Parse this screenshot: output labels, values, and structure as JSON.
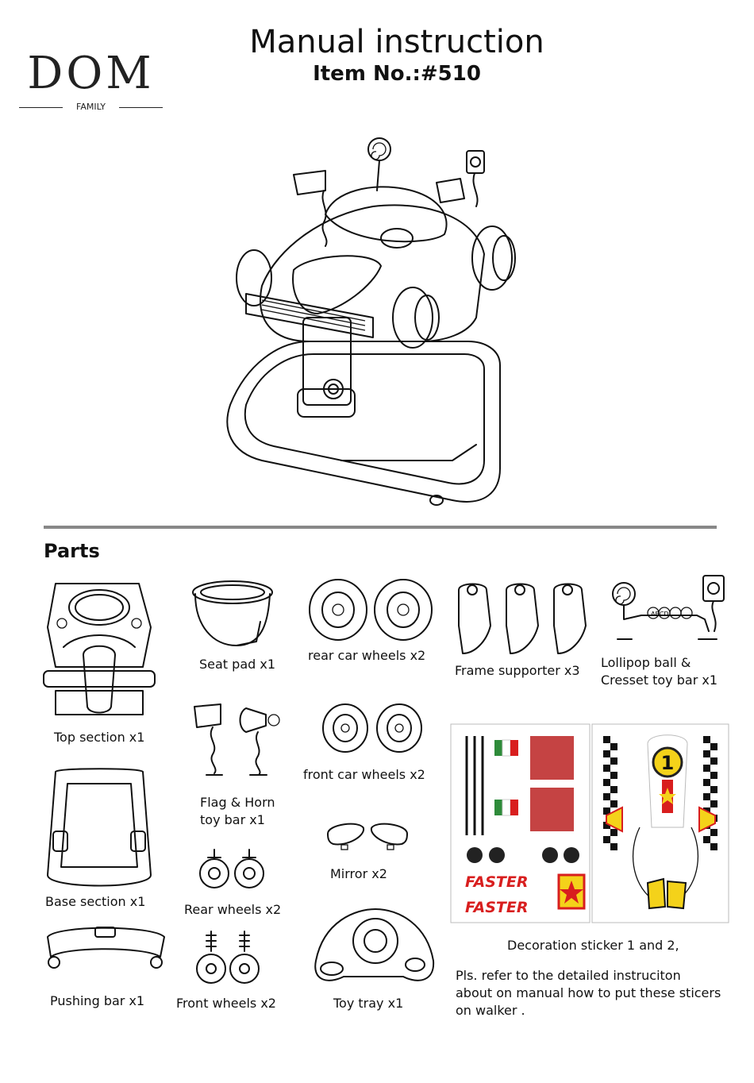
{
  "brand": {
    "name": "DOM",
    "tagline": "FAMILY"
  },
  "header": {
    "title": "Manual instruction",
    "item_no": "Item No.:#510"
  },
  "parts_heading": "Parts",
  "parts": {
    "top_section": "Top section x1",
    "seat_pad": "Seat pad x1",
    "rear_car_wheels": "rear car wheels x2",
    "frame_supporter": "Frame supporter x3",
    "lollipop_line1": "Lollipop ball &",
    "lollipop_line2": "Cresset toy bar x1",
    "flag_horn_line1": "Flag & Horn",
    "flag_horn_line2": "toy bar x1",
    "front_car_wheels": "front car wheels x2",
    "base_section": "Base section x1",
    "rear_wheels": "Rear wheels x2",
    "mirror": "Mirror x2",
    "pushing_bar": "Pushing bar x1",
    "front_wheels": "Front wheels x2",
    "toy_tray": "Toy tray x1",
    "decoration_sticker": "Decoration sticker 1 and 2,"
  },
  "sticker_text": {
    "faster": "FASTER",
    "number": "1",
    "abcd": "ABCD"
  },
  "note": {
    "line1": "Pls. refer to  the detailed instruciton",
    "line2": "about on  manual how to put these sticers",
    "line3": "on walker ."
  },
  "colors": {
    "sticker_red": "#d81e1e",
    "sticker_yellow": "#f4d21a",
    "sticker_green": "#2e8b3a",
    "divider": "#888888"
  }
}
